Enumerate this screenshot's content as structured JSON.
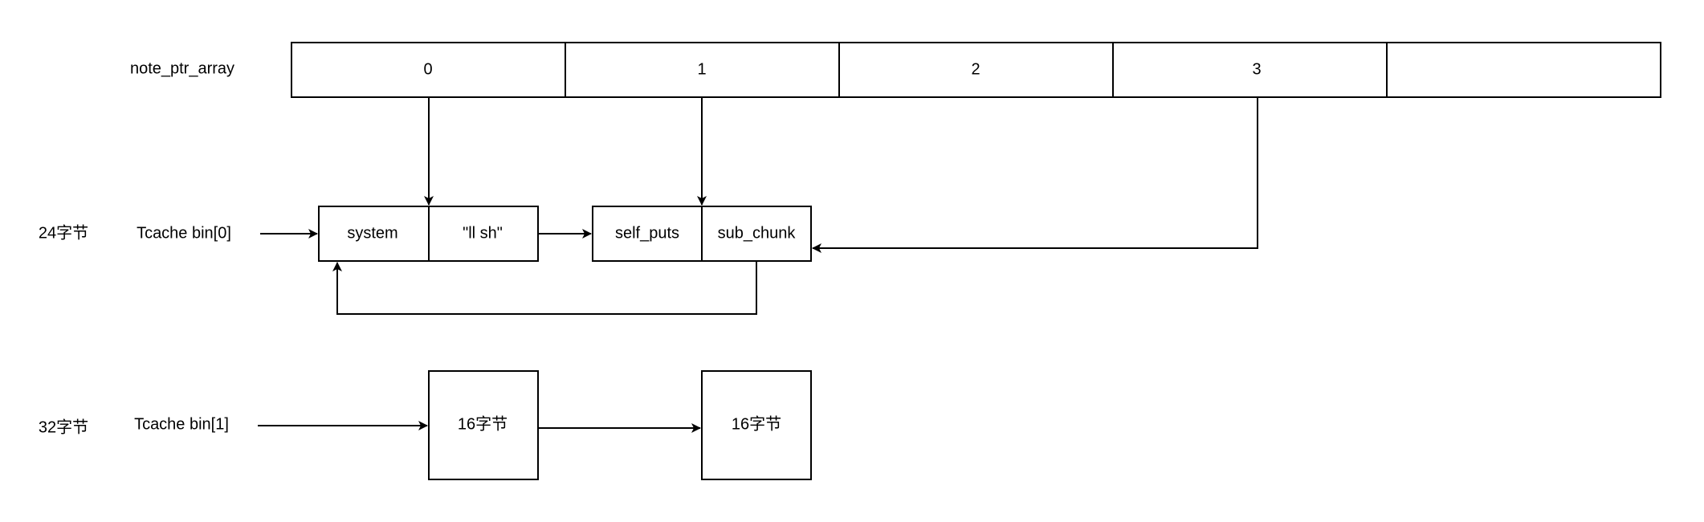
{
  "array": {
    "label": "note_ptr_array",
    "cells": [
      "0",
      "1",
      "2",
      "3",
      ""
    ]
  },
  "rows": [
    {
      "size_label": "24字节",
      "bin_label": "Tcache bin[0]",
      "chunks": [
        [
          "system",
          "\"ll sh\""
        ],
        [
          "self_puts",
          "sub_chunk"
        ]
      ]
    },
    {
      "size_label": "32字节",
      "bin_label": "Tcache bin[1]",
      "chunks": [
        "16字节",
        "16字节"
      ]
    }
  ]
}
